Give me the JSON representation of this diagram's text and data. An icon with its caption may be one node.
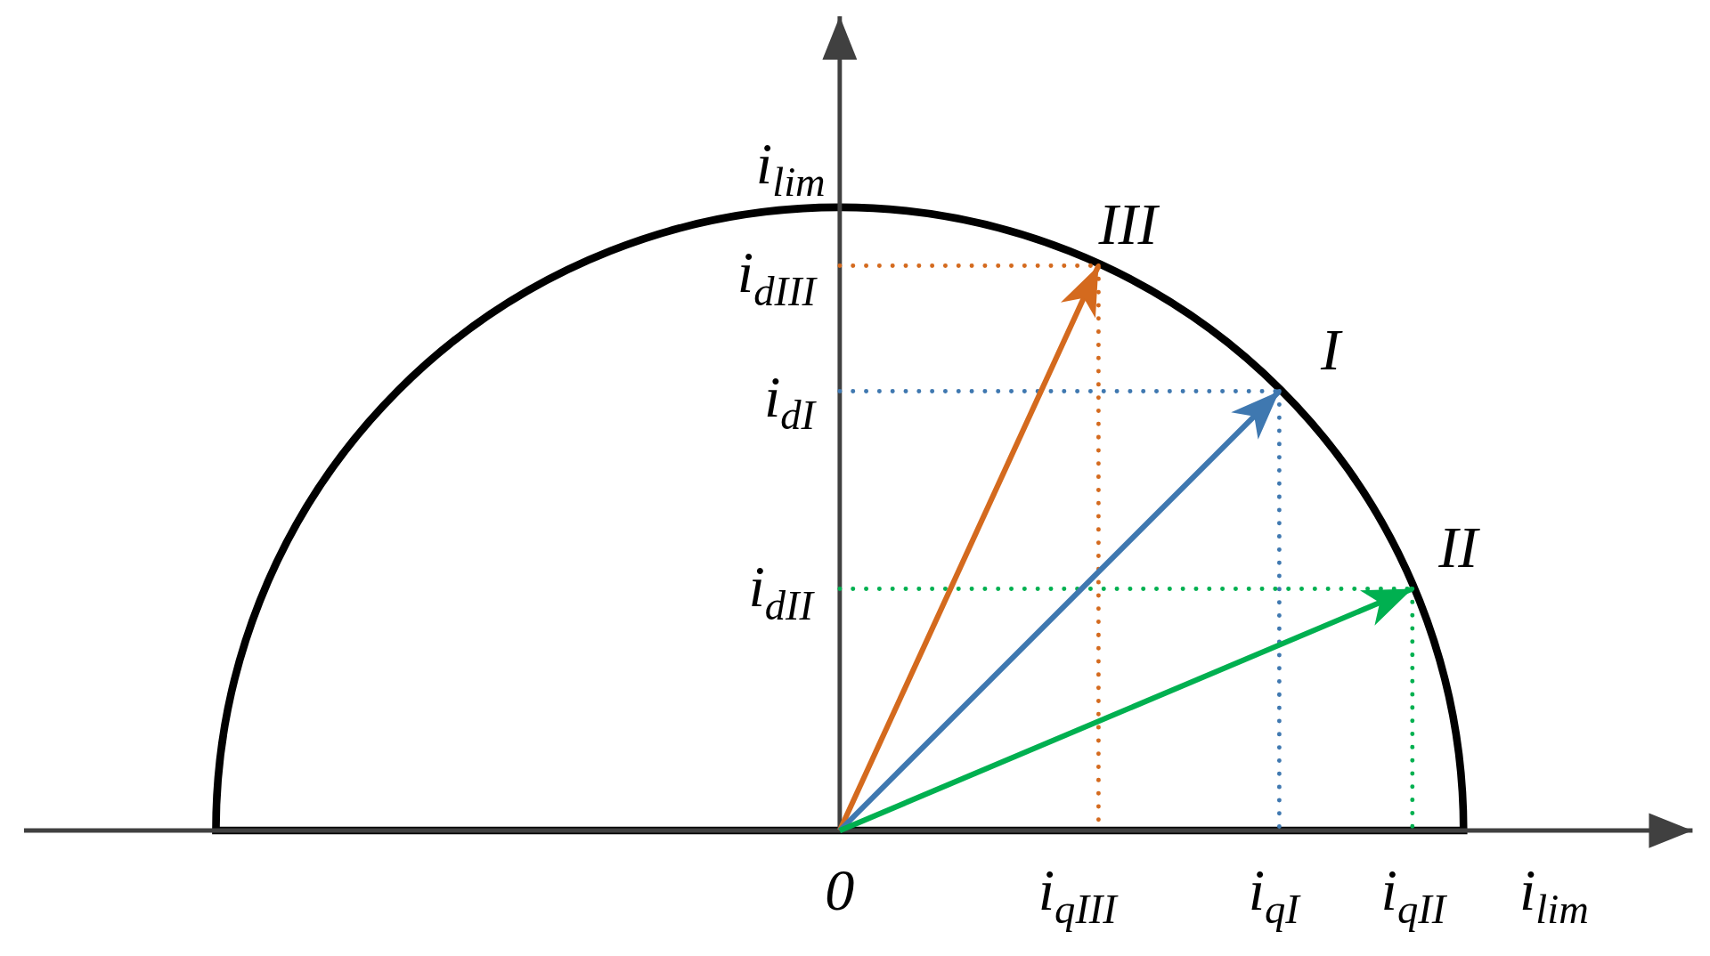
{
  "diagram": {
    "nodes": [
      {
        "text": [
          "0"
        ]
      },
      {
        "text": [
          "III"
        ]
      },
      {
        "text": [
          "I"
        ]
      },
      {
        "text": [
          "II"
        ]
      }
    ],
    "edges": [
      {
        "from": 0,
        "to": 1,
        "arrow": "to",
        "color": "#d46a1e"
      },
      {
        "from": 0,
        "to": 2,
        "arrow": "to",
        "color": "#3f78b0"
      },
      {
        "from": 0,
        "to": 3,
        "arrow": "to",
        "color": "#00b050"
      }
    ],
    "labels": [
      "i$_{lim}$",
      "i$_{dIII}$",
      "i$_{dI}$",
      "i$_{dII}$",
      "i$_{qIII}$",
      "i$_{qI}$",
      "i$_{qII}$",
      "i$_{lim}$"
    ]
  }
}
